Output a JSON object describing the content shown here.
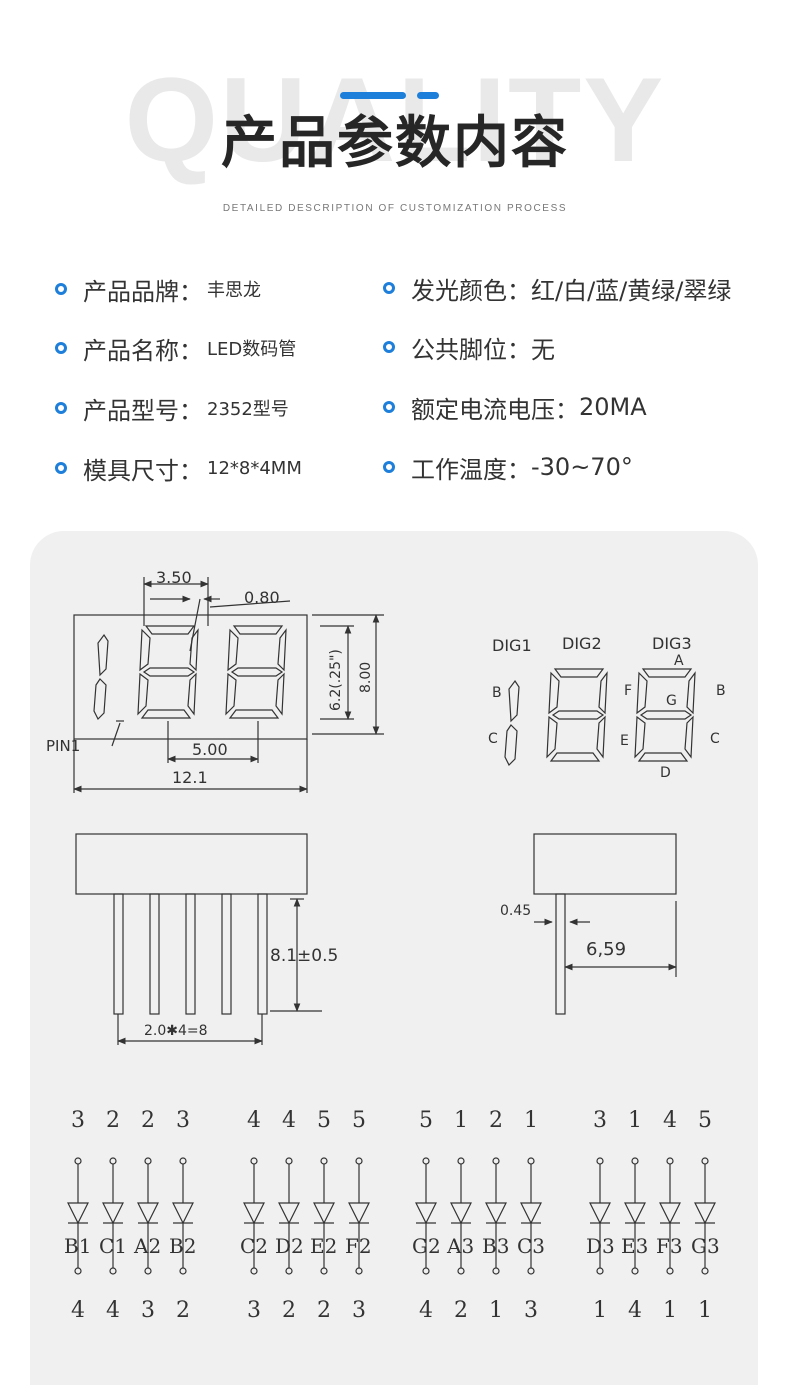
{
  "header": {
    "watermark": "QUALITY",
    "title": "产品参数内容",
    "subtitle": "DETAILED DESCRIPTION OF CUSTOMIZATION PROCESS"
  },
  "specs_left": [
    {
      "label": "产品品牌：",
      "value": "丰思龙"
    },
    {
      "label": "产品名称：",
      "value": "LED数码管"
    },
    {
      "label": "产品型号：",
      "value": "2352型号"
    },
    {
      "label": "模具尺寸：",
      "value": "12*8*4MM"
    }
  ],
  "specs_right": [
    {
      "label": "发光颜色：",
      "value": "红/白/蓝/黄绿/翠绿"
    },
    {
      "label": "公共脚位：",
      "value": "无"
    },
    {
      "label": "额定电流电压：",
      "value": "20MA"
    },
    {
      "label": "工作温度：",
      "value": "-30~70°"
    }
  ],
  "colors": {
    "accent": "#1e7fdb",
    "panel_bg": "#f0f0f0"
  },
  "diagram": {
    "front_dims": {
      "d1": "3.50",
      "d2": "0.80",
      "d3": "6.2(.25\")",
      "d4": "8.00",
      "d5": "5.00",
      "d6": "12.1",
      "pin1": "PIN1"
    },
    "digit_labels": {
      "dig1": "DIG1",
      "dig2": "DIG2",
      "dig3": "DIG3",
      "a": "A",
      "b1": "B",
      "c1": "C",
      "f": "F",
      "g": "G",
      "b": "B",
      "e": "E",
      "c": "C",
      "d": "D"
    },
    "side_dims": {
      "pin_length": "8.1±0.5",
      "pitch": "2.0✱4=8",
      "pin_width": "0.45",
      "depth": "6,59"
    },
    "pin_groups": [
      {
        "top": [
          "3",
          "2",
          "2",
          "3"
        ],
        "seg": [
          "B1",
          "C1",
          "A2",
          "B2"
        ],
        "bottom": [
          "4",
          "4",
          "3",
          "2"
        ]
      },
      {
        "top": [
          "4",
          "4",
          "5",
          "5"
        ],
        "seg": [
          "C2",
          "D2",
          "E2",
          "F2"
        ],
        "bottom": [
          "3",
          "2",
          "2",
          "3"
        ]
      },
      {
        "top": [
          "5",
          "1",
          "2",
          "1"
        ],
        "seg": [
          "G2",
          "A3",
          "B3",
          "C3"
        ],
        "bottom": [
          "4",
          "2",
          "1",
          "3"
        ]
      },
      {
        "top": [
          "3",
          "1",
          "4",
          "5"
        ],
        "seg": [
          "D3",
          "E3",
          "F3",
          "G3"
        ],
        "bottom": [
          "1",
          "4",
          "1",
          "1"
        ]
      }
    ]
  }
}
